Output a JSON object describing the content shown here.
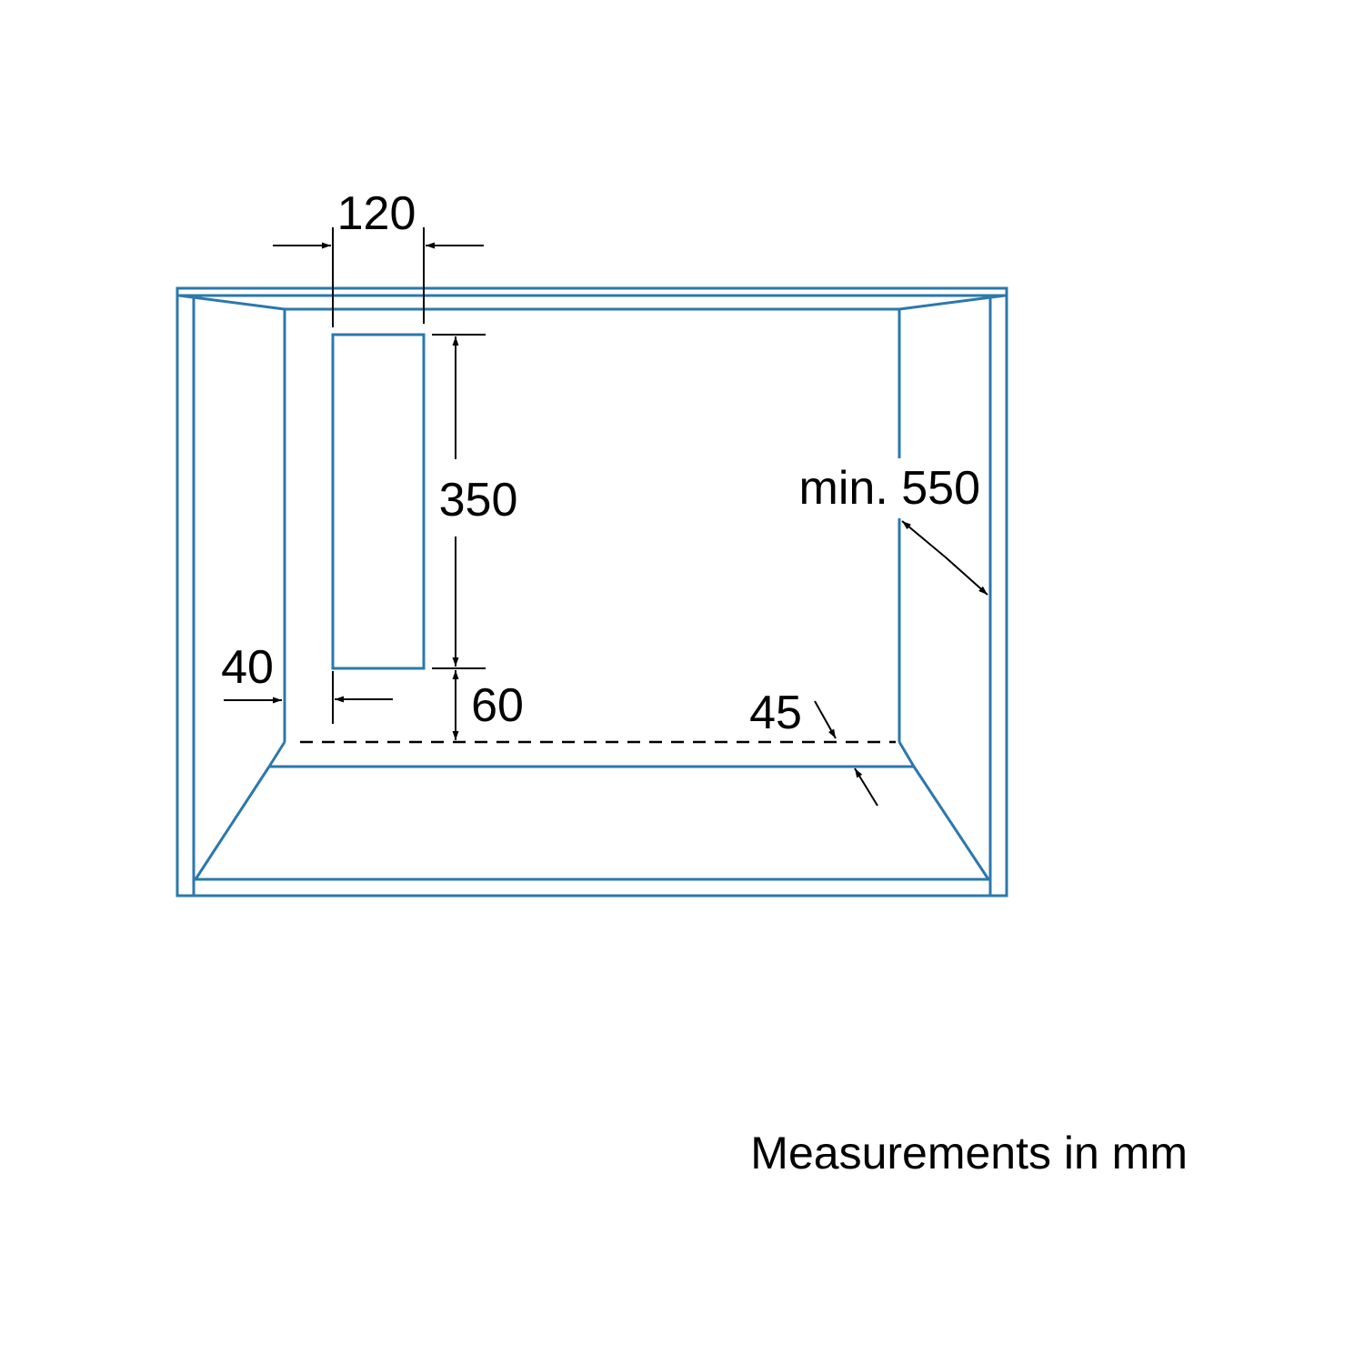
{
  "colors": {
    "cabinet_outline": "#2b78ad",
    "dimension_ink": "#000000",
    "background": "#ffffff"
  },
  "dimensions": {
    "opening_width": "120",
    "opening_height": "350",
    "opening_bottom_offset": "60",
    "side_offset": "40",
    "depth_min": "min. 550",
    "rear_offset": "45"
  },
  "caption": "Measurements in mm"
}
